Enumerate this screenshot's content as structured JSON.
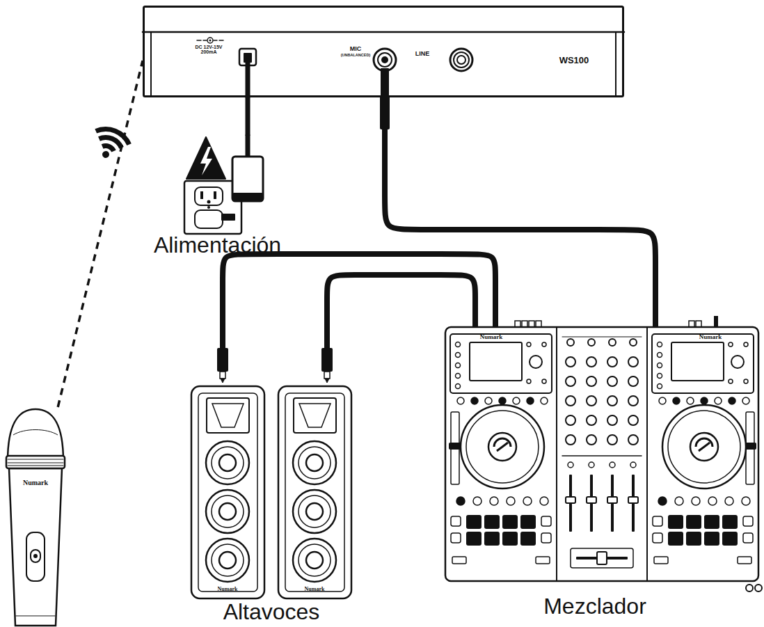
{
  "diagram": {
    "nodes": [
      {
        "text": [
          "WS100"
        ]
      },
      {
        "text": [
          "Numark"
        ]
      },
      {
        "text": [
          "Alimentación"
        ]
      },
      {
        "text": [
          "Altavoces"
        ]
      },
      {
        "text": [
          "Mezclador"
        ]
      }
    ],
    "edges": [
      {
        "from": 1,
        "to": 0,
        "arrow": "none"
      },
      {
        "from": 0,
        "to": 2,
        "arrow": "none"
      },
      {
        "from": 0,
        "to": 4,
        "arrow": "none"
      },
      {
        "from": 4,
        "to": 3,
        "arrow": "none"
      },
      {
        "from": 4,
        "to": 3,
        "arrow": "none"
      }
    ],
    "labels": [
      "DC 12V-15V 200mA",
      "MIC",
      "(UNBALANCED)",
      "LINE",
      "Numark",
      "Numark",
      "Numark",
      "Numark"
    ]
  }
}
